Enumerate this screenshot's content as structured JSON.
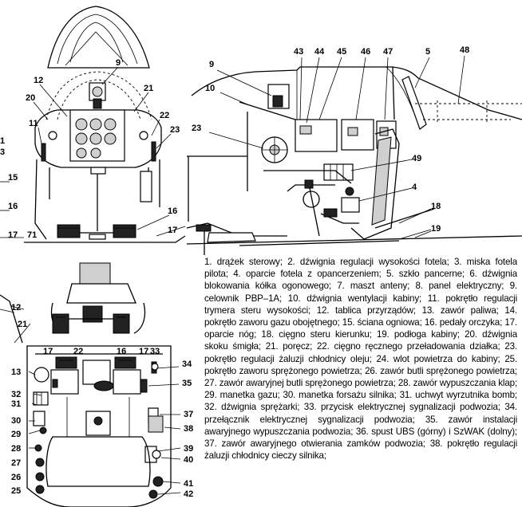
{
  "legend_text": "1. drążek sterowy; 2. dźwignia regulacji wysokości fotela; 3. miska fotela pilota; 4. oparcie fotela z opancerzeniem; 5. szkło pancerne; 6. dźwignia blokowania kółka ogonowego; 7. maszt anteny; 8. panel elektryczny; 9. celownik PBP–1A; 10. dźwignia wentylacji kabiny; 11. pokrętło regulacji trymera steru wysokości; 12. tablica przyrządów; 13. zawór paliwa; 14. pokrętło zaworu gazu obojętnego; 15. ściana ogniowa; 16. pedały orczyka; 17. oparcie nóg; 18. cięgno steru kierunku; 19. podłoga kabiny; 20. dźwignia skoku śmigła; 21. poręcz; 22. cięgno ręcznego przeładowania działka; 23. pokrętło regulacji żaluzji chłodnicy oleju; 24. wlot powietrza do kabiny; 25. pokrętło zaworu sprężonego powietrza; 26. zawór butli sprężonego powietrza; 27. zawór awaryjnej butli sprężonego powietrza; 28. zawór wypuszczania klap; 29. manetka gazu; 30. manetka forsażu silnika; 31. uchwyt wyrzutnika bomb; 32. dźwignia sprężarki; 33. przycisk elektrycznej sygnalizacji podwozia; 34. przełącznik elektrycznej sygnalizacji podwozia; 35. zawór instalacji awaryjnego wypuszczania podwozia; 36. spust UBS (górny) i SzWAK (dolny); 37. zawór awaryjnego otwierania zamków podwozia; 38. pokrętło regulacji żaluzji chłodnicy cieczy silnika;",
  "front_view_labels": [
    "9",
    "12",
    "21",
    "20",
    "11",
    "1",
    "3",
    "22",
    "23",
    "15",
    "16",
    "16",
    "17",
    "71",
    "17"
  ],
  "side_view_labels": [
    "43",
    "44",
    "45",
    "46",
    "47",
    "5",
    "48",
    "9",
    "10",
    "23",
    "49",
    "4",
    "18",
    "19"
  ],
  "top_view_labels": [
    "12",
    "21",
    "17",
    "22",
    "16",
    "17",
    "33",
    "34",
    "35",
    "13",
    "32",
    "31",
    "30",
    "29",
    "28",
    "27",
    "26",
    "25",
    "37",
    "38",
    "39",
    "40",
    "41",
    "42"
  ]
}
